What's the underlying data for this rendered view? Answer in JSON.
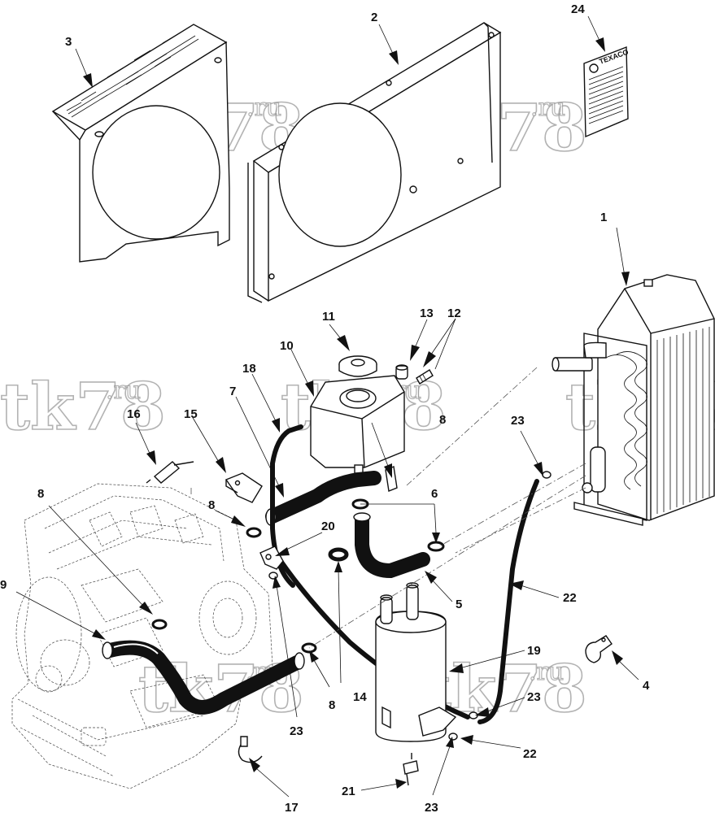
{
  "diagram": {
    "watermark": {
      "main": "tk78",
      "suffix": ".ru"
    },
    "decal_brand": "TEXACO",
    "callouts": [
      "1",
      "2",
      "3",
      "4",
      "5",
      "6",
      "7",
      "8",
      "9",
      "10",
      "11",
      "12",
      "13",
      "14",
      "15",
      "16",
      "17",
      "18",
      "19",
      "20",
      "21",
      "22",
      "23",
      "24"
    ],
    "callout_instances": [
      {
        "id": "c1",
        "label": "1"
      },
      {
        "id": "c2",
        "label": "2"
      },
      {
        "id": "c3",
        "label": "3"
      },
      {
        "id": "c24",
        "label": "24"
      },
      {
        "id": "c11",
        "label": "11"
      },
      {
        "id": "c13",
        "label": "13"
      },
      {
        "id": "c12",
        "label": "12"
      },
      {
        "id": "c10",
        "label": "10"
      },
      {
        "id": "c18",
        "label": "18"
      },
      {
        "id": "c7",
        "label": "7"
      },
      {
        "id": "c16",
        "label": "16"
      },
      {
        "id": "c15",
        "label": "15"
      },
      {
        "id": "c8a",
        "label": "8"
      },
      {
        "id": "c8b",
        "label": "8"
      },
      {
        "id": "c8c",
        "label": "8"
      },
      {
        "id": "c8d",
        "label": "8"
      },
      {
        "id": "c6",
        "label": "6"
      },
      {
        "id": "c23a",
        "label": "23"
      },
      {
        "id": "c20",
        "label": "20"
      },
      {
        "id": "c9",
        "label": "9"
      },
      {
        "id": "c5",
        "label": "5"
      },
      {
        "id": "c22a",
        "label": "22"
      },
      {
        "id": "c19",
        "label": "19"
      },
      {
        "id": "c4",
        "label": "4"
      },
      {
        "id": "c23b",
        "label": "23"
      },
      {
        "id": "c14",
        "label": "14"
      },
      {
        "id": "c23c",
        "label": "23"
      },
      {
        "id": "c22b",
        "label": "22"
      },
      {
        "id": "c17",
        "label": "17"
      },
      {
        "id": "c21",
        "label": "21"
      },
      {
        "id": "c23d",
        "label": "23"
      }
    ]
  }
}
